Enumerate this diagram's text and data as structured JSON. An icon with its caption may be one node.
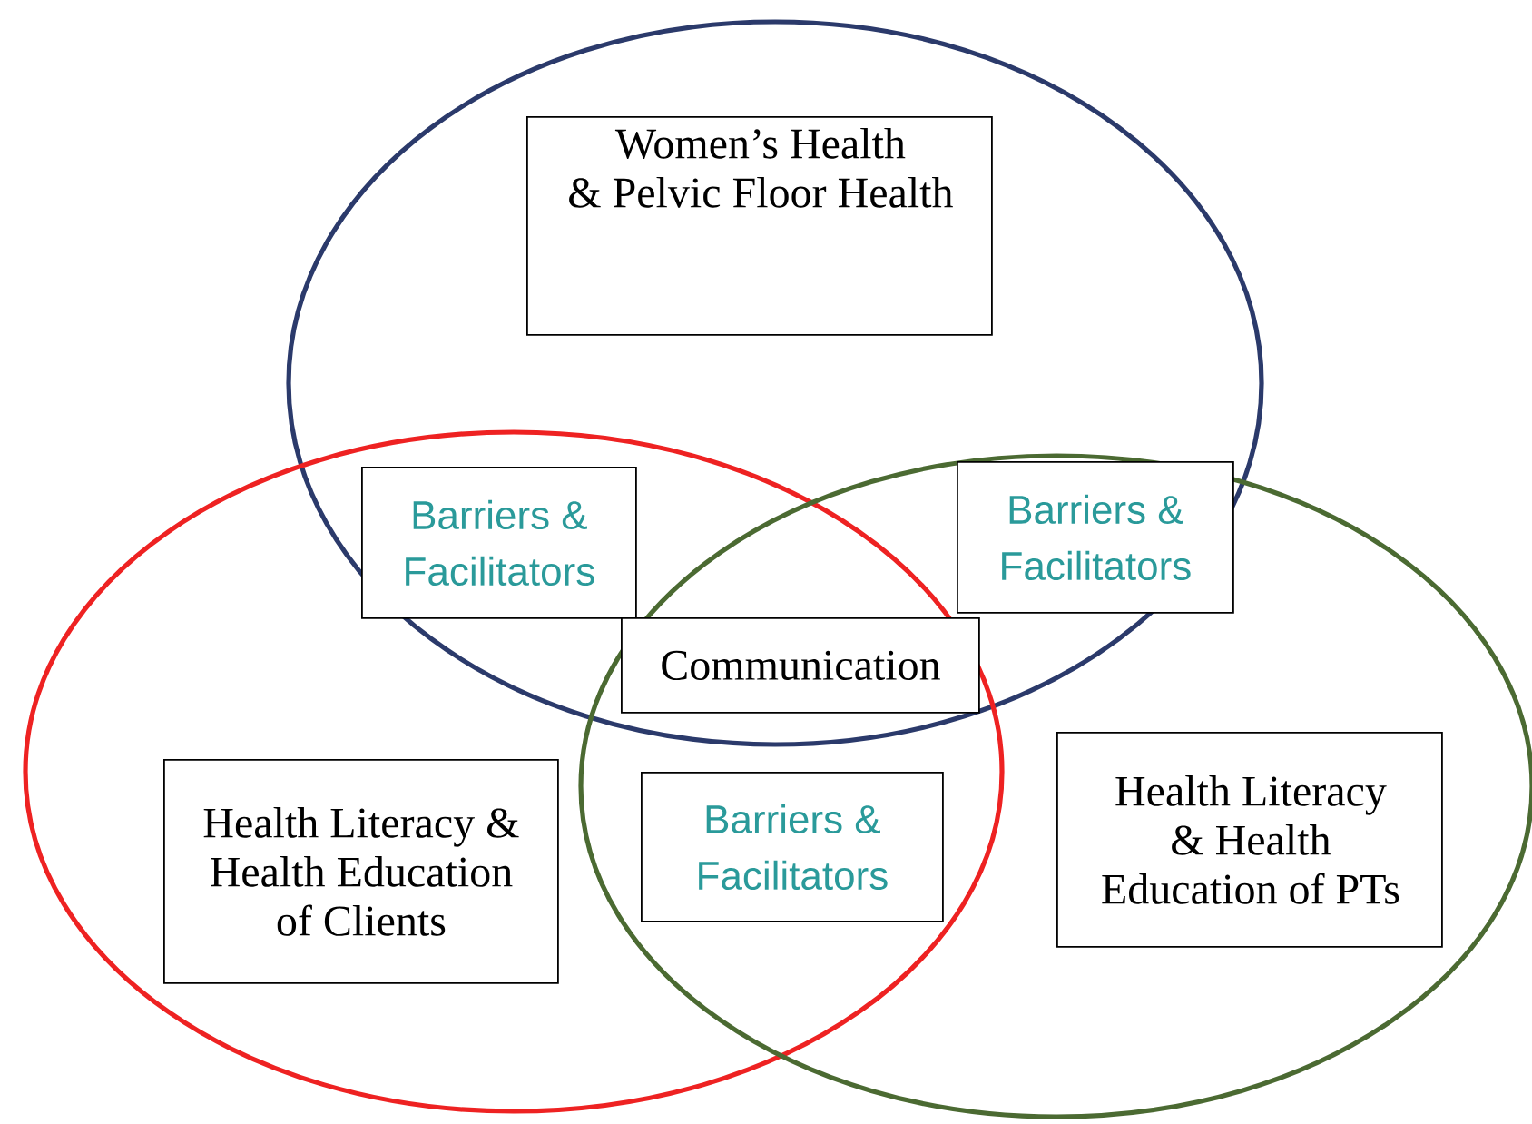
{
  "diagram": {
    "nodes": [
      {
        "text": [],
        "shape": "ellipse"
      },
      {
        "text": [
          "Women’s Health & Pelvic Floor Health"
        ],
        "in": 0
      },
      {
        "text": [],
        "shape": "ellipse"
      },
      {
        "text": [],
        "shape": "ellipse"
      },
      {
        "text": [
          "Barriers & Facilitators"
        ]
      },
      {
        "text": [
          "Barriers & Facilitators"
        ]
      },
      {
        "text": [
          "Communication"
        ]
      },
      {
        "text": [
          "Health Literacy & Health Education of Clients"
        ],
        "in": 2
      },
      {
        "text": [
          "Barriers & Facilitators"
        ]
      },
      {
        "text": [
          "Health Literacy & Health Education of PTs"
        ],
        "in": 3
      }
    ]
  }
}
